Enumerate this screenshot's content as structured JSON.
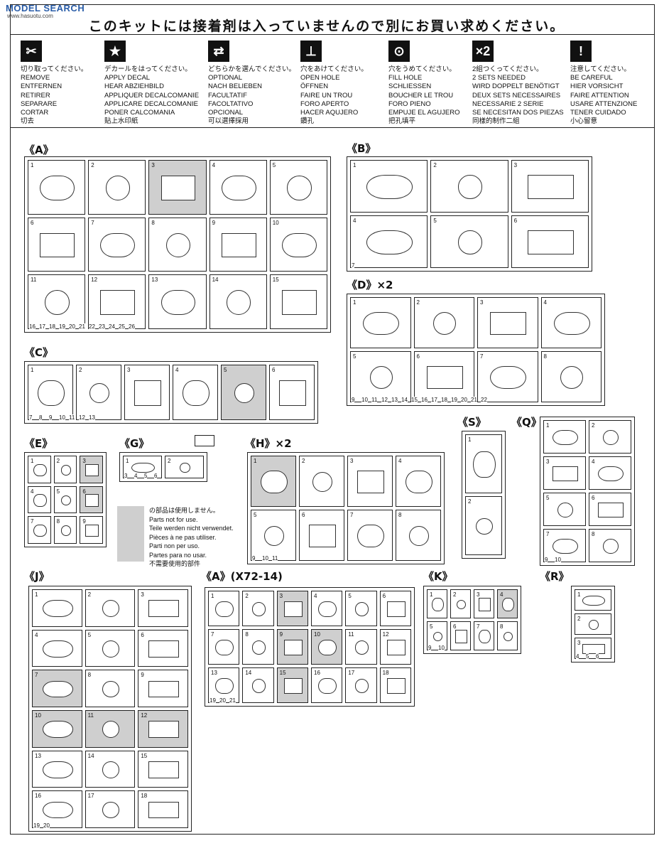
{
  "watermark": {
    "brand": "MODEL SEARCH",
    "site": "www.hasuotu.com"
  },
  "header": {
    "title": "このキットには接着剤は入っていませんので別にお買い求めください。"
  },
  "legend": [
    {
      "icon": "cut-icon",
      "glyph": "✂",
      "lines": [
        "切り取ってください。",
        "REMOVE",
        "ENTFERNEN",
        "RETIRER",
        "SEPARARE",
        "CORTAR",
        "切去"
      ]
    },
    {
      "icon": "star-icon",
      "glyph": "★",
      "lines": [
        "デカールをはってください。",
        "APPLY DECAL",
        "HEAR ABZIEHBILD",
        "APPLIQUER DECALCOMANIE",
        "APPLICARE DECALCOMANIE",
        "PONER CALCOMANIA",
        "貼上水印紙"
      ]
    },
    {
      "icon": "arrows-icon",
      "glyph": "⇄",
      "lines": [
        "どちらかを選んでください。",
        "OPTIONAL",
        "NACH BELIEBEN",
        "FACULTATIF",
        "FACOLTATIVO",
        "OPCIONAL",
        "可以選擇採用"
      ]
    },
    {
      "icon": "drill-icon",
      "glyph": "⊥",
      "lines": [
        "穴をあけてください。",
        "OPEN HOLE",
        "ÖFFNEN",
        "FAIRE UN TROU",
        "FORO APERTO",
        "HACER AQUJERO",
        "鑽孔"
      ]
    },
    {
      "icon": "fill-icon",
      "glyph": "⊙",
      "lines": [
        "穴をうめてください。",
        "FILL HOLE",
        "SCHLIESSEN",
        "BOUCHER LE TROU",
        "FORO PIENO",
        "EMPUJE EL AGUJERO",
        "把孔填平"
      ]
    },
    {
      "icon": "times-two-icon",
      "glyph": "×2",
      "lines": [
        "2組つくってください。",
        "2 SETS NEEDED",
        "WIRD DOPPELT BENÖTIGT",
        "DEUX SETS NECESSAIRES",
        "NECESSARIE 2 SERIE",
        "SE NECESITAN DOS PIEZAS",
        "同樣的制作二組"
      ]
    },
    {
      "icon": "caution-icon",
      "glyph": "!",
      "lines": [
        "注意してください。",
        "BE CAREFUL",
        "HIER VORSICHT",
        "FAIRE ATTENTION",
        "USARE ATTENZIONE",
        "TENER CUIDADO",
        "小心留意"
      ]
    }
  ],
  "sections": {
    "A": "《A》",
    "B": "《B》",
    "C": "《C》",
    "D": "《D》×2",
    "E": "《E》",
    "G": "《G》",
    "H": "《H》×2",
    "S": "《S》",
    "Q": "《Q》",
    "J": "《J》",
    "A2": "《A》(X72-14)",
    "K": "《K》",
    "R": "《R》"
  },
  "not_used": {
    "lines": [
      "の部品は使用しません。",
      "Parts not for use.",
      "Teile werden nicht verwendet.",
      "Pièces à ne pas utiliser.",
      "Parti non per uso.",
      "Partes para no usar.",
      "不需要使用的部件"
    ]
  },
  "part_numbers": {
    "A": [
      "1",
      "2",
      "3",
      "4",
      "5",
      "6",
      "7",
      "8",
      "9",
      "10",
      "11",
      "12",
      "13",
      "14",
      "15",
      "16",
      "17",
      "18",
      "19",
      "20",
      "21",
      "22",
      "23",
      "24",
      "25",
      "26"
    ],
    "B": [
      "1",
      "2",
      "3",
      "4",
      "5",
      "6",
      "7"
    ],
    "C": [
      "1",
      "2",
      "3",
      "4",
      "5",
      "6",
      "7",
      "8",
      "9",
      "10",
      "11",
      "12",
      "13"
    ],
    "D": [
      "1",
      "2",
      "3",
      "4",
      "5",
      "6",
      "7",
      "8",
      "9",
      "10",
      "11",
      "12",
      "13",
      "14",
      "15",
      "16",
      "17",
      "18",
      "19",
      "20",
      "21",
      "22"
    ],
    "E": [
      "1",
      "2",
      "3",
      "4",
      "5",
      "6",
      "7",
      "8",
      "9"
    ],
    "G": [
      "1",
      "2",
      "3",
      "4",
      "5",
      "6"
    ],
    "H": [
      "1",
      "2",
      "3",
      "4",
      "5",
      "6",
      "7",
      "8",
      "9",
      "10",
      "11"
    ],
    "S": [
      "1",
      "2"
    ],
    "Q": [
      "1",
      "2",
      "3",
      "4",
      "5",
      "6",
      "7",
      "8",
      "9",
      "10"
    ],
    "J": [
      "1",
      "2",
      "3",
      "4",
      "5",
      "6",
      "7",
      "8",
      "9",
      "10",
      "11",
      "12",
      "13",
      "14",
      "15",
      "16",
      "17",
      "18",
      "19",
      "20"
    ],
    "A2": [
      "1",
      "2",
      "3",
      "4",
      "5",
      "6",
      "7",
      "8",
      "9",
      "10",
      "11",
      "12",
      "13",
      "14",
      "15",
      "16",
      "17",
      "18",
      "19",
      "20",
      "21"
    ],
    "K": [
      "1",
      "2",
      "3",
      "4",
      "5",
      "6",
      "7",
      "8",
      "9",
      "10"
    ],
    "R": [
      "1",
      "2",
      "3",
      "4",
      "5",
      "6"
    ]
  }
}
